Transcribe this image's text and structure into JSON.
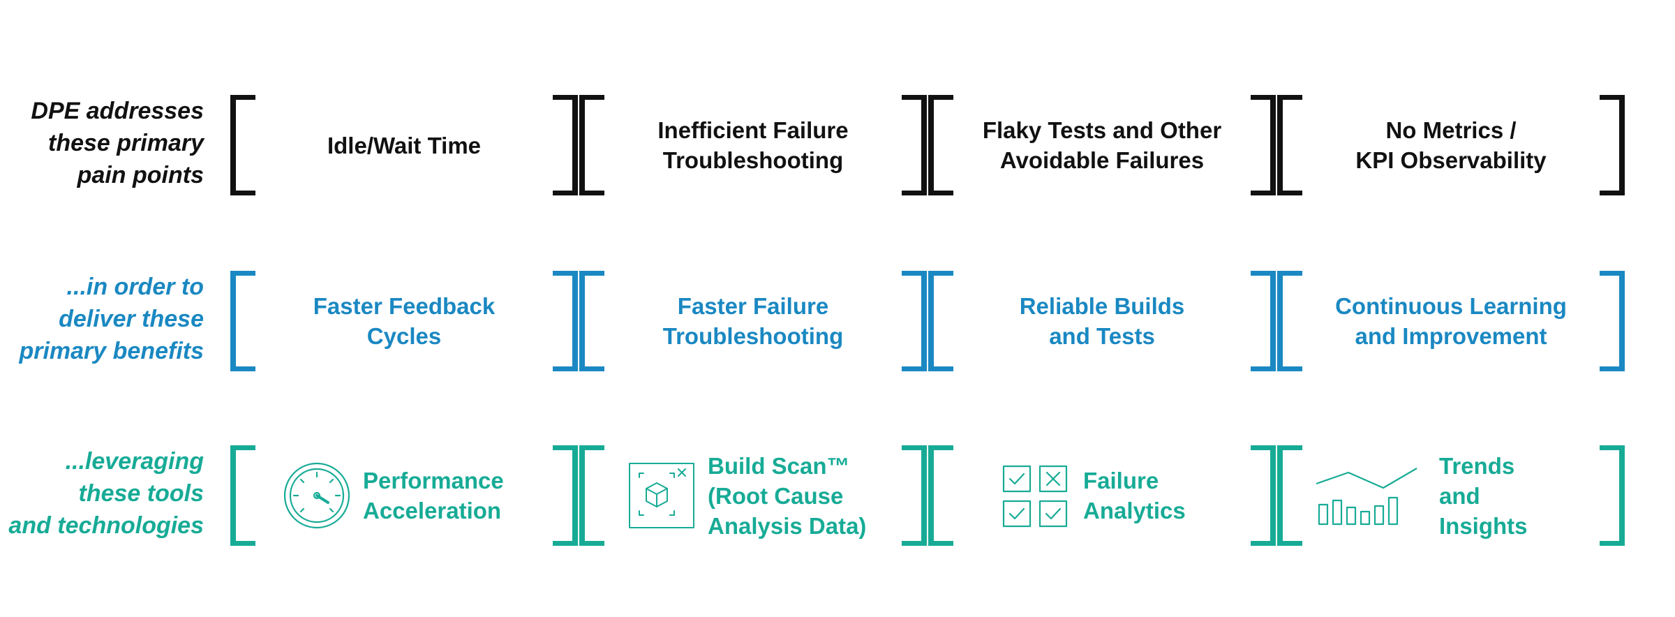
{
  "rows": [
    {
      "label": [
        "DPE addresses",
        "these primary",
        "pain points"
      ],
      "color": "#111111",
      "cells": [
        "Idle/Wait Time",
        "Inefficient Failure\nTroubleshooting",
        "Flaky Tests and Other\nAvoidable Failures",
        "No Metrics /\nKPI Observability"
      ]
    },
    {
      "label": [
        "...in order to",
        "deliver these",
        "primary benefits"
      ],
      "color": "#1a88c2",
      "cells": [
        "Faster Feedback\nCycles",
        "Faster Failure\nTroubleshooting",
        "Reliable Builds\nand Tests",
        "Continuous Learning\nand Improvement"
      ]
    },
    {
      "label": [
        "...leveraging",
        "these tools",
        "and technologies"
      ],
      "color": "#17ab96",
      "tools": [
        {
          "icon": "speedometer-icon",
          "label": "Performance\nAcceleration"
        },
        {
          "icon": "build-scan-cube-icon",
          "label": "Build Scan™\n(Root Cause\nAnalysis Data)"
        },
        {
          "icon": "checklist-grid-icon",
          "label": "Failure\nAnalytics"
        },
        {
          "icon": "trend-bar-chart-icon",
          "label": "Trends\nand\nInsights"
        }
      ]
    }
  ]
}
